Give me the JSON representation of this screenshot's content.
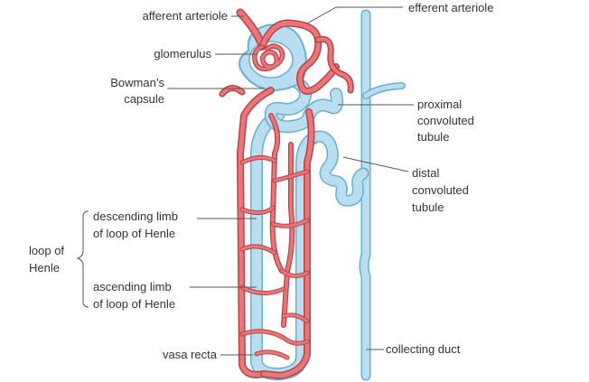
{
  "labels": {
    "afferent_arteriole": "afferent arteriole",
    "efferent_arteriole": "efferent arteriole",
    "glomerulus": "glomerulus",
    "bowmans_line1": "Bowman’s",
    "bowmans_line2": "capsule",
    "proximal_line1": "proximal",
    "proximal_line2": "convoluted",
    "proximal_line3": "tubule",
    "distal_line1": "distal",
    "distal_line2": "convoluted",
    "distal_line3": "tubule",
    "descending_line1": "descending limb",
    "descending_line2": "of loop of Henle",
    "loop_line1": "loop of",
    "loop_line2": "Henle",
    "ascending_line1": "ascending limb",
    "ascending_line2": "of loop of Henle",
    "vasa_recta": "vasa recta",
    "collecting_duct": "collecting duct"
  },
  "colors": {
    "tubule_fill": "#b9def0",
    "tubule_stroke": "#6aaed0",
    "vessel_fill": "#e8777a",
    "vessel_stroke": "#b8434a",
    "leader": "#555555",
    "text": "#333333"
  }
}
